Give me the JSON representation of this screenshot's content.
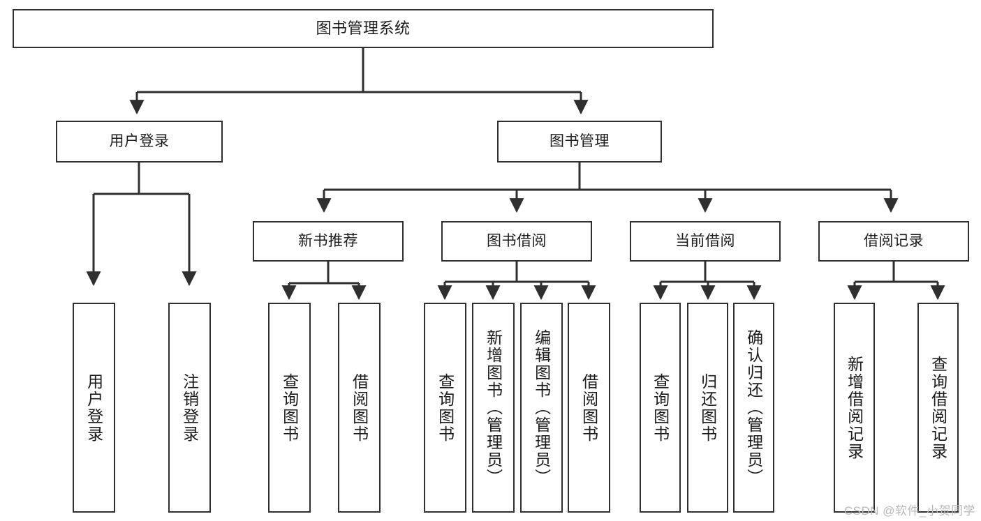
{
  "diagram": {
    "type": "tree-hierarchy-chart",
    "title": "图书管理系统",
    "stroke_color": "#2f2f2f",
    "fill_color": "#ffffff",
    "text_color": "#1b1b1b",
    "levels": [
      {
        "level": 1,
        "nodes": [
          {
            "id": "root",
            "label": "图书管理系统",
            "orientation": "horizontal"
          }
        ]
      },
      {
        "level": 2,
        "nodes": [
          {
            "id": "login",
            "label": "用户登录",
            "orientation": "horizontal"
          },
          {
            "id": "bookmgmt",
            "label": "图书管理",
            "orientation": "horizontal"
          }
        ]
      },
      {
        "level": 3,
        "nodes": [
          {
            "id": "newbook",
            "label": "新书推荐",
            "orientation": "horizontal"
          },
          {
            "id": "borrow",
            "label": "图书借阅",
            "orientation": "horizontal"
          },
          {
            "id": "current",
            "label": "当前借阅",
            "orientation": "horizontal"
          },
          {
            "id": "record",
            "label": "借阅记录",
            "orientation": "horizontal"
          }
        ]
      },
      {
        "level": 4,
        "nodes": [
          {
            "id": "leaf1",
            "label": "用户登录",
            "parent": "login",
            "orientation": "vertical"
          },
          {
            "id": "leaf2",
            "label": "注销登录",
            "parent": "login",
            "orientation": "vertical"
          },
          {
            "id": "leaf3",
            "label": "查询图书",
            "parent": "newbook",
            "orientation": "vertical"
          },
          {
            "id": "leaf4",
            "label": "借阅图书",
            "parent": "newbook",
            "orientation": "vertical"
          },
          {
            "id": "leaf5",
            "label": "查询图书",
            "parent": "borrow",
            "orientation": "vertical"
          },
          {
            "id": "leaf6",
            "label": "新增图书（管理员）",
            "parent": "borrow",
            "orientation": "vertical"
          },
          {
            "id": "leaf7",
            "label": "编辑图书（管理员）",
            "parent": "borrow",
            "orientation": "vertical"
          },
          {
            "id": "leaf8",
            "label": "借阅图书",
            "parent": "borrow",
            "orientation": "vertical"
          },
          {
            "id": "leaf9",
            "label": "查询图书",
            "parent": "current",
            "orientation": "vertical"
          },
          {
            "id": "leaf10",
            "label": "归还图书",
            "parent": "current",
            "orientation": "vertical"
          },
          {
            "id": "leaf11",
            "label": "确认归还（管理员）",
            "parent": "current",
            "orientation": "vertical"
          },
          {
            "id": "leaf12",
            "label": "新增借阅记录",
            "parent": "record",
            "orientation": "vertical"
          },
          {
            "id": "leaf13",
            "label": "查询借阅记录",
            "parent": "record",
            "orientation": "vertical"
          }
        ]
      }
    ]
  },
  "watermark": {
    "text": "CSDN @软件_小贺同学"
  }
}
